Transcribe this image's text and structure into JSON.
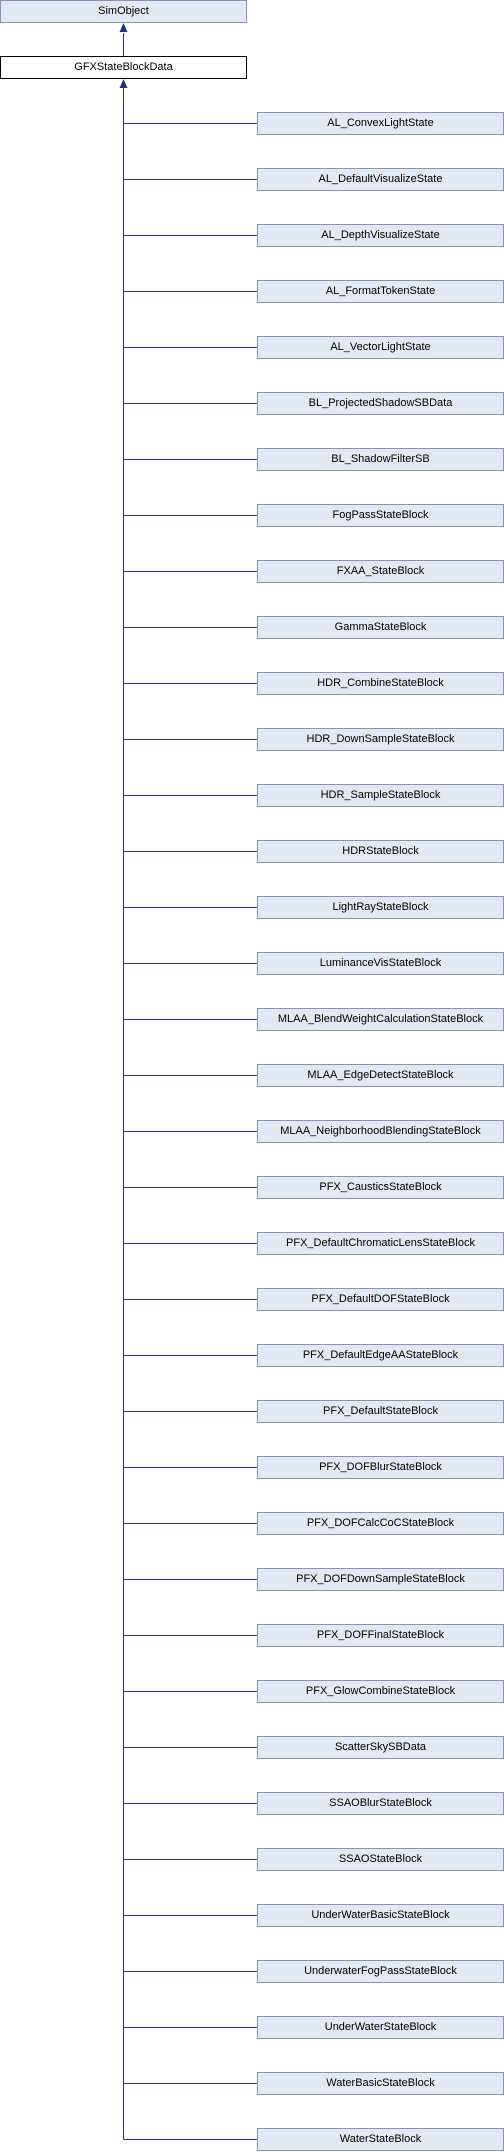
{
  "colors": {
    "line": "#22357b",
    "box_fill": "#e4e8f2",
    "box_border": "#8793b8",
    "current_border": "#000000"
  },
  "icons": {
    "arrowhead": "filled-triangle-arrow"
  },
  "base_class": {
    "label": "SimObject"
  },
  "current_class": {
    "label": "GFXStateBlockData"
  },
  "derived_classes": [
    "AL_ConvexLightState",
    "AL_DefaultVisualizeState",
    "AL_DepthVisualizeState",
    "AL_FormatTokenState",
    "AL_VectorLightState",
    "BL_ProjectedShadowSBData",
    "BL_ShadowFilterSB",
    "FogPassStateBlock",
    "FXAA_StateBlock",
    "GammaStateBlock",
    "HDR_CombineStateBlock",
    "HDR_DownSampleStateBlock",
    "HDR_SampleStateBlock",
    "HDRStateBlock",
    "LightRayStateBlock",
    "LuminanceVisStateBlock",
    "MLAA_BlendWeightCalculationStateBlock",
    "MLAA_EdgeDetectStateBlock",
    "MLAA_NeighborhoodBlendingStateBlock",
    "PFX_CausticsStateBlock",
    "PFX_DefaultChromaticLensStateBlock",
    "PFX_DefaultDOFStateBlock",
    "PFX_DefaultEdgeAAStateBlock",
    "PFX_DefaultStateBlock",
    "PFX_DOFBlurStateBlock",
    "PFX_DOFCalcCoCStateBlock",
    "PFX_DOFDownSampleStateBlock",
    "PFX_DOFFinalStateBlock",
    "PFX_GlowCombineStateBlock",
    "ScatterSkySBData",
    "SSAOBlurStateBlock",
    "SSAOStateBlock",
    "UnderWaterBasicStateBlock",
    "UnderwaterFogPassStateBlock",
    "UnderWaterStateBlock",
    "WaterBasicStateBlock",
    "WaterStateBlock"
  ]
}
